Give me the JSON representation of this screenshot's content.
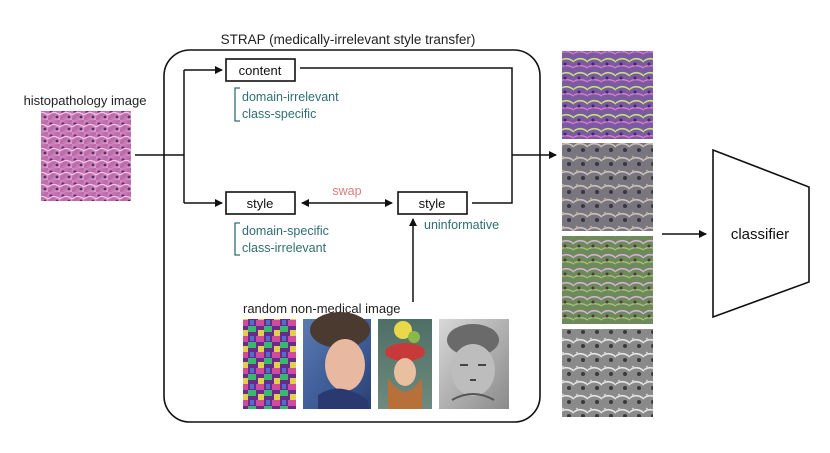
{
  "title": "STRAP (medically-irrelevant style transfer)",
  "input_label": "histopathology image",
  "content_box": "content",
  "content_annot": [
    "domain-irrelevant",
    "class-specific"
  ],
  "style_box_left": "style",
  "style_annot": [
    "domain-specific",
    "class-irrelevant"
  ],
  "swap_label": "swap",
  "style_box_right": "style",
  "uninformative_label": "uninformative",
  "random_label": "random non-medical image",
  "classifier_label": "classifier",
  "colors": {
    "annotation": "#2f6e72",
    "swap": "#e07c7c",
    "line": "#111111"
  },
  "images": {
    "histopathology": "histopathology-image",
    "style_sources": [
      "cubist-painting",
      "girl-portrait",
      "woman-with-flower-hat",
      "engraved-head"
    ],
    "outputs": [
      "stylized-output-1",
      "stylized-output-2",
      "stylized-output-3",
      "stylized-output-4"
    ]
  }
}
